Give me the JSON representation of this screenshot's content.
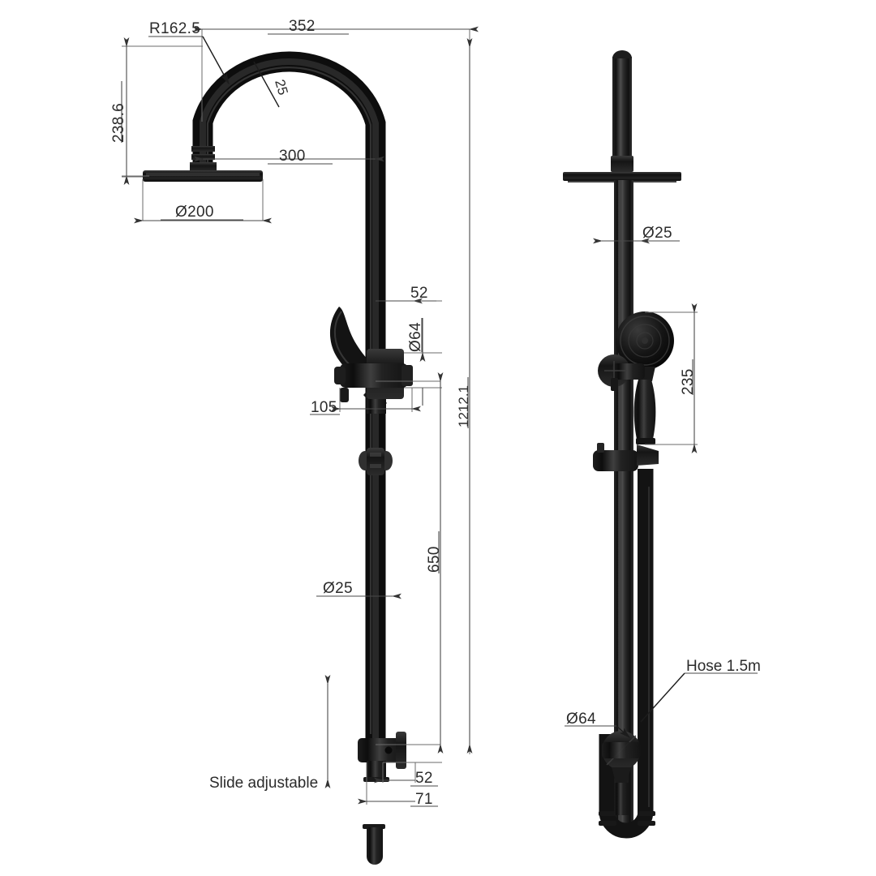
{
  "drawing": {
    "title": "Shower column technical drawing",
    "background_color": "#ffffff",
    "line_color": "#4a4a4a",
    "text_color": "#2b2b2b",
    "product_color": "#1a1a1a"
  },
  "front_view": {
    "name": "front-elevation",
    "dimensions": {
      "radius_arc": "R162.5",
      "overall_reach": "352",
      "arm_height": "238.6",
      "head_offset": "300",
      "head_diameter": "Ø200",
      "tube_diameter_arc": "25",
      "valve_offset_top": "52",
      "valve_body_diameter": "Ø64",
      "valve_width": "105",
      "overall_height": "1212.1",
      "rail_length": "650",
      "rail_diameter": "Ø25",
      "base_offset_a": "52",
      "base_offset_b": "71"
    },
    "notes": {
      "slide_adjustable": "Slide adjustable"
    }
  },
  "side_view": {
    "name": "side-elevation",
    "dimensions": {
      "riser_diameter": "Ø25",
      "handshower_length": "235",
      "elbow_diameter": "Ø64"
    },
    "notes": {
      "hose": "Hose 1.5m"
    }
  }
}
